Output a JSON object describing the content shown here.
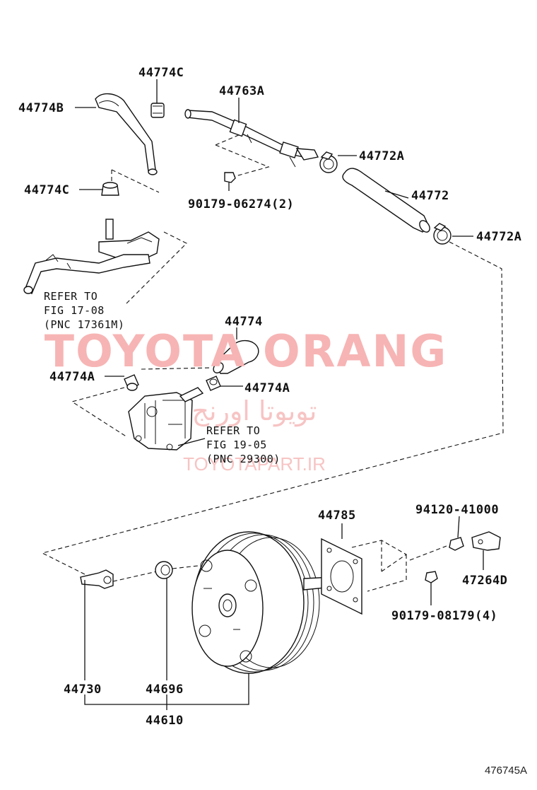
{
  "labels": {
    "p44774C_top": "44774C",
    "p44774B": "44774B",
    "p44774C_mid": "44774C",
    "p44763A": "44763A",
    "p44772A_top": "44772A",
    "p90179_06274": "90179-06274(2)",
    "p44772": "44772",
    "p44772A_right": "44772A",
    "p44774": "44774",
    "p44774A_left": "44774A",
    "p44774A_right": "44774A",
    "p44785": "44785",
    "p94120_41000": "94120-41000",
    "p47264D": "47264D",
    "p90179_08179": "90179-08179(4)",
    "p44730": "44730",
    "p44696": "44696",
    "p44610": "44610"
  },
  "notes": {
    "refer1_line1": "REFER TO",
    "refer1_line2": "FIG 17-08",
    "refer1_line3": "(PNC 17361M)",
    "refer2_line1": "REFER TO",
    "refer2_line2": "FIG 19-05",
    "refer2_line3": "(PNC 29300)"
  },
  "watermark": {
    "brand": "TOYOTA ORANG",
    "arabic": "تویوتا اورنج",
    "url": "TOYOTAPART.IR"
  },
  "diagram_code": "476745A",
  "colors": {
    "watermark": "#f7b4b4",
    "line": "#111111"
  }
}
